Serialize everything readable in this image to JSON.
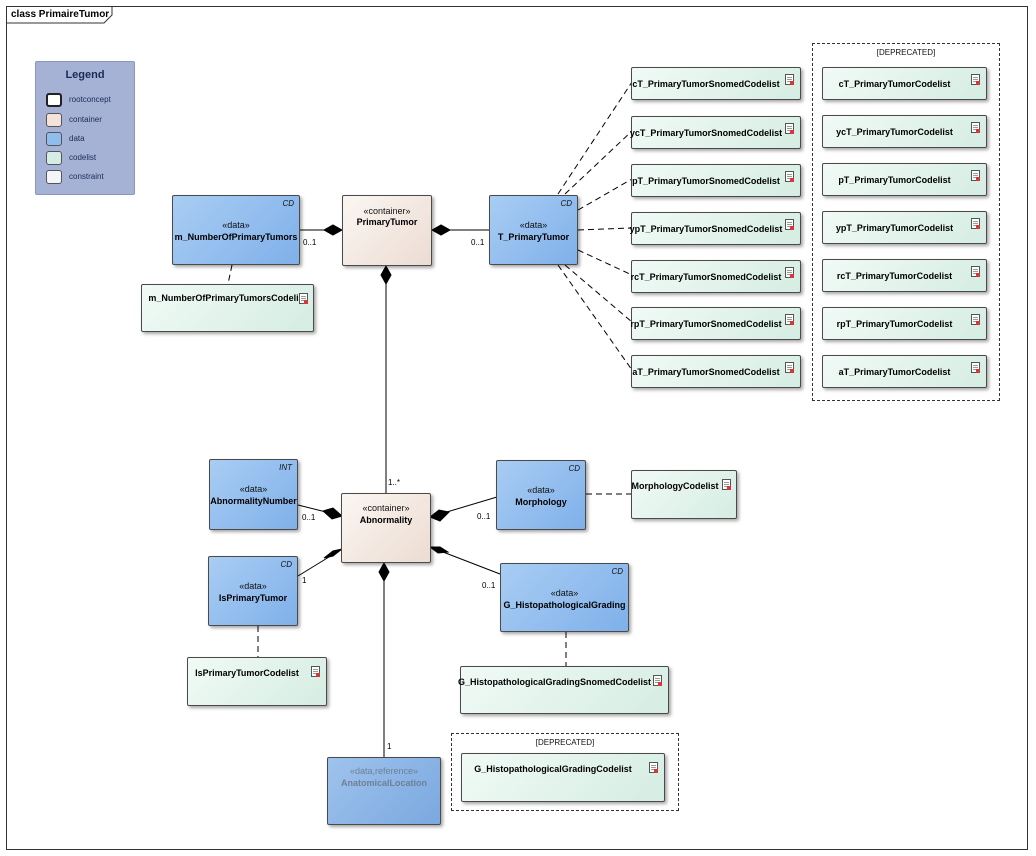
{
  "frame": {
    "title": "class PrimaireTumor"
  },
  "legend": {
    "title": "Legend",
    "items": [
      {
        "label": "rootconcept",
        "color": "#ffffff"
      },
      {
        "label": "container",
        "color": "#f3e3d8"
      },
      {
        "label": "data",
        "color": "#8fbdee"
      },
      {
        "label": "codelist",
        "color": "#d5ede2"
      },
      {
        "label": "constraint",
        "color": "#f4f4fb"
      }
    ]
  },
  "containers": {
    "primary_tumor": {
      "stereotype": "«container»",
      "name": "PrimaryTumor"
    },
    "abnormality": {
      "stereotype": "«container»",
      "name": "Abnormality"
    }
  },
  "data_nodes": {
    "m_number": {
      "stereotype": "«data»",
      "name": "m_NumberOfPrimaryTumors",
      "type": "CD"
    },
    "t_primary": {
      "stereotype": "«data»",
      "name": "T_PrimaryTumor",
      "type": "CD"
    },
    "abnormality_number": {
      "stereotype": "«data»",
      "name": "AbnormalityNumber",
      "type": "INT"
    },
    "morphology": {
      "stereotype": "«data»",
      "name": "Morphology",
      "type": "CD"
    },
    "is_primary": {
      "stereotype": "«data»",
      "name": "IsPrimaryTumor",
      "type": "CD"
    },
    "g_grading": {
      "stereotype": "«data»",
      "name": "G_HistopathologicalGrading",
      "type": "CD"
    },
    "anatomical": {
      "stereotype": "«data,reference»",
      "name": "AnatomicalLocation"
    }
  },
  "codelists": {
    "m_number": "m_NumberOfPrimaryTumorsCodelist",
    "snomed": [
      "cT_PrimaryTumorSnomedCodelist",
      "ycT_PrimaryTumorSnomedCodelist",
      "pT_PrimaryTumorSnomedCodelist",
      "ypT_PrimaryTumorSnomedCodelist",
      "rcT_PrimaryTumorSnomedCodelist",
      "rpT_PrimaryTumorSnomedCodelist",
      "aT_PrimaryTumorSnomedCodelist"
    ],
    "deprecated_t": [
      "cT_PrimaryTumorCodelist",
      "ycT_PrimaryTumorCodelist",
      "pT_PrimaryTumorCodelist",
      "ypT_PrimaryTumorCodelist",
      "rcT_PrimaryTumorCodelist",
      "rpT_PrimaryTumorCodelist",
      "aT_PrimaryTumorCodelist"
    ],
    "morphology": "MorphologyCodelist",
    "is_primary": "IsPrimaryTumorCodelist",
    "g_snomed": "G_HistopathologicalGradingSnomedCodelist",
    "g_deprecated": "G_HistopathologicalGradingCodelist"
  },
  "deprecated_label": "[DEPRECATED]",
  "multiplicities": {
    "m_number": "0..1",
    "t_primary": "0..1",
    "abnormality": "1..*",
    "abnormality_number": "0..1",
    "morphology": "0..1",
    "is_primary": "1",
    "g_grading": "0..1",
    "anatomical": "1"
  }
}
